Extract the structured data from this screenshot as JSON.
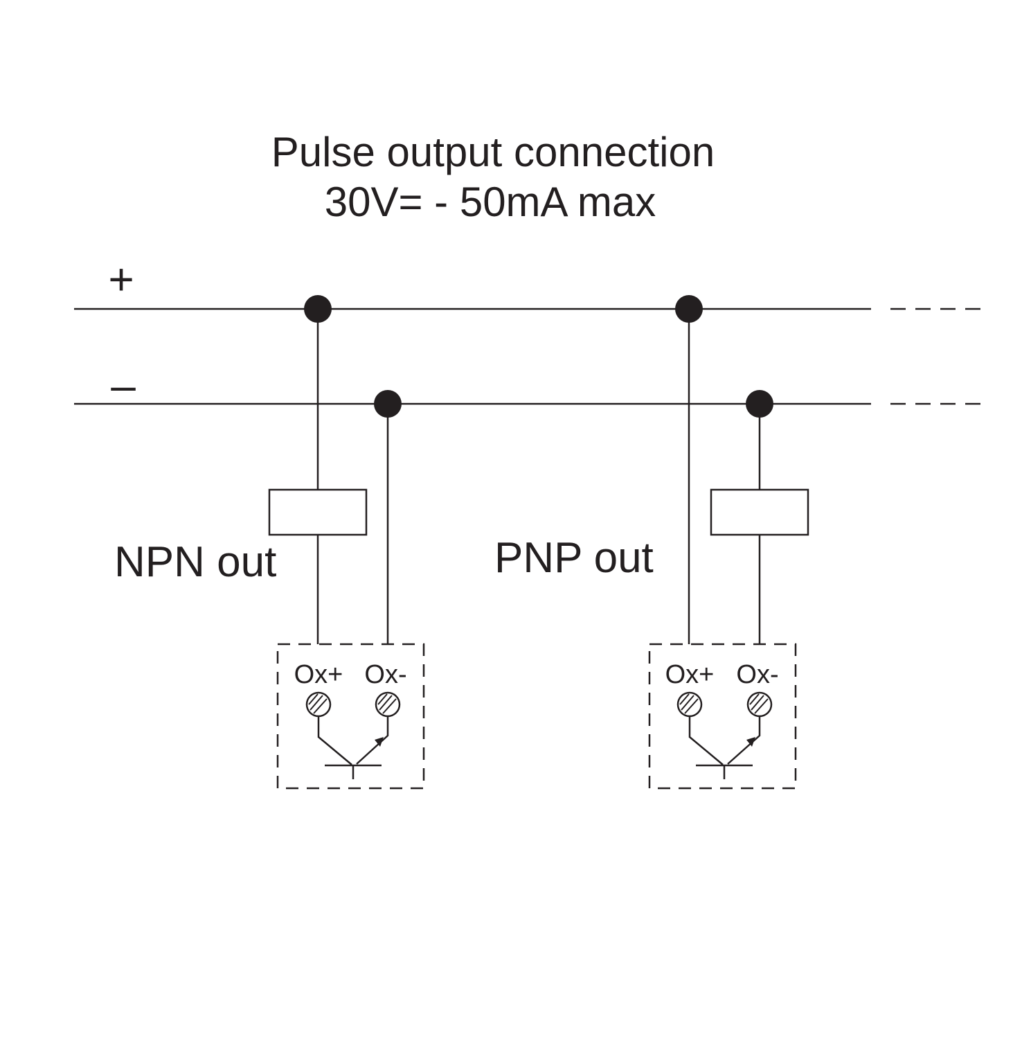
{
  "title": {
    "line1": "Pulse output connection",
    "line2": "30V= - 50mA max"
  },
  "rails": {
    "positive_label": "+",
    "negative_label": "–"
  },
  "circuits": [
    {
      "label": "NPN out",
      "terminal_plus": "Ox+",
      "terminal_minus": "Ox-"
    },
    {
      "label": "PNP out",
      "terminal_plus": "Ox+",
      "terminal_minus": "Ox-"
    }
  ],
  "colors": {
    "ink": "#231f20",
    "background": "#ffffff"
  }
}
